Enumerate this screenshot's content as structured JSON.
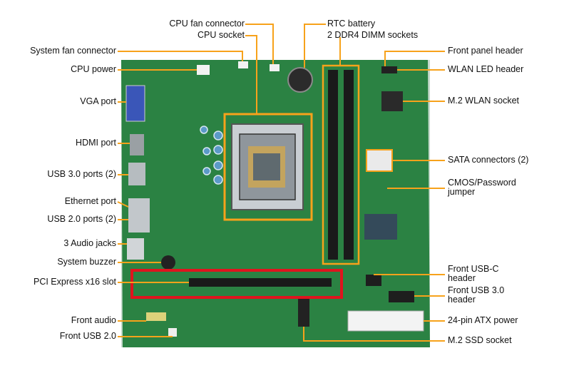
{
  "diagram": {
    "accent_color": "#f7a21b",
    "highlight_color": "#e0141e",
    "board_color": "#2f8a47",
    "labels": {
      "cpu_fan": "CPU fan connector",
      "cpu_socket": "CPU socket",
      "rtc_battery": "RTC battery",
      "ddr4": "2 DDR4 DIMM sockets",
      "sys_fan": "System fan connector",
      "cpu_power": "CPU power",
      "vga": "VGA port",
      "hdmi": "HDMI port",
      "usb30": "USB 3.0 ports (2)",
      "ethernet": "Ethernet port",
      "usb20": "USB 2.0 ports (2)",
      "audio_jacks": "3 Audio jacks",
      "buzzer": "System buzzer",
      "pcie": "PCI Express x16 slot",
      "front_audio": "Front audio",
      "front_usb2": "Front USB 2.0",
      "front_panel": "Front panel header",
      "wlan_led": "WLAN LED header",
      "m2_wlan": "M.2 WLAN socket",
      "sata": "SATA connectors (2)",
      "cmos_line1": "CMOS/Password",
      "cmos_line2": "jumper",
      "usbc_line1": "Front USB-C",
      "usbc_line2": "header",
      "usb3hdr_line1": "Front USB 3.0",
      "usb3hdr_line2": "header",
      "atx": "24-pin ATX power",
      "m2_ssd": "M.2 SSD socket"
    }
  }
}
